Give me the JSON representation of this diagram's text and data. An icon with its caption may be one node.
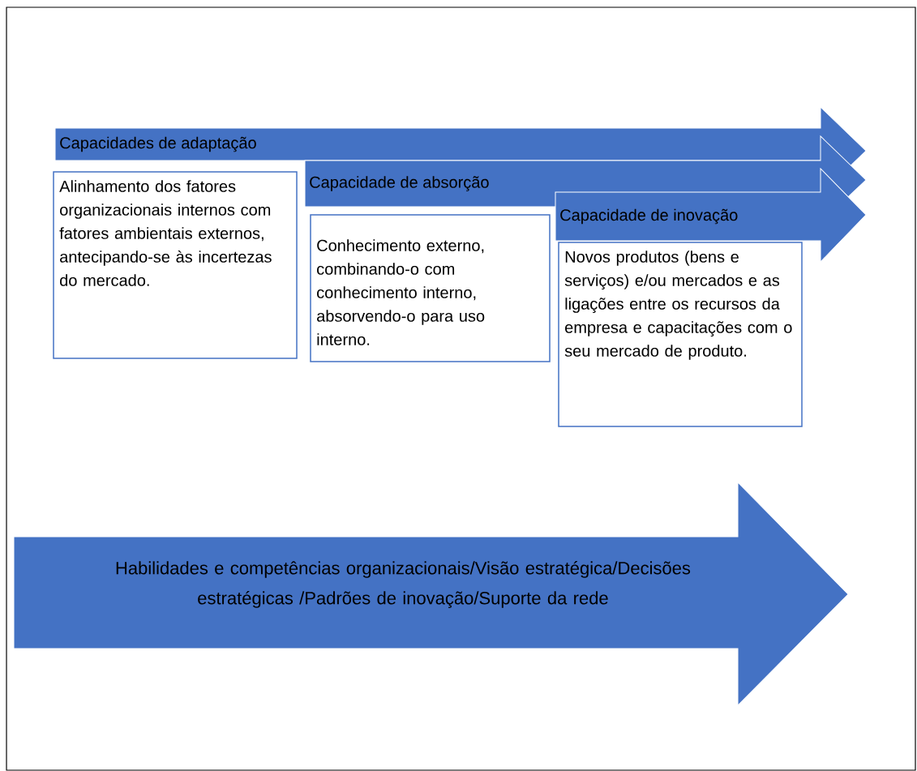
{
  "diagram": {
    "nodes": [
      {
        "text": [
          "Capacidades de adaptação"
        ]
      },
      {
        "text": [
          "Alinhamento dos fatores organizacionais internos com fatores ambientais externos, antecipando-se às incertezas do mercado."
        ]
      },
      {
        "text": [
          "Capacidade de absorção"
        ]
      },
      {
        "text": [
          "Conhecimento externo, combinando-o com conhecimento interno, absorvendo-o para uso interno."
        ]
      },
      {
        "text": [
          "Capacidade de inovação"
        ]
      },
      {
        "text": [
          "Novos produtos (bens e serviços) e/ou mercados e as ligações entre os recursos da empresa e capacitações com o seu mercado de produto."
        ]
      },
      {
        "text": [
          "Habilidades e competências organizacionais/Visão estratégica/Decisões estratégicas /Padrões de inovação/Suporte da rede"
        ]
      }
    ],
    "edges": []
  }
}
